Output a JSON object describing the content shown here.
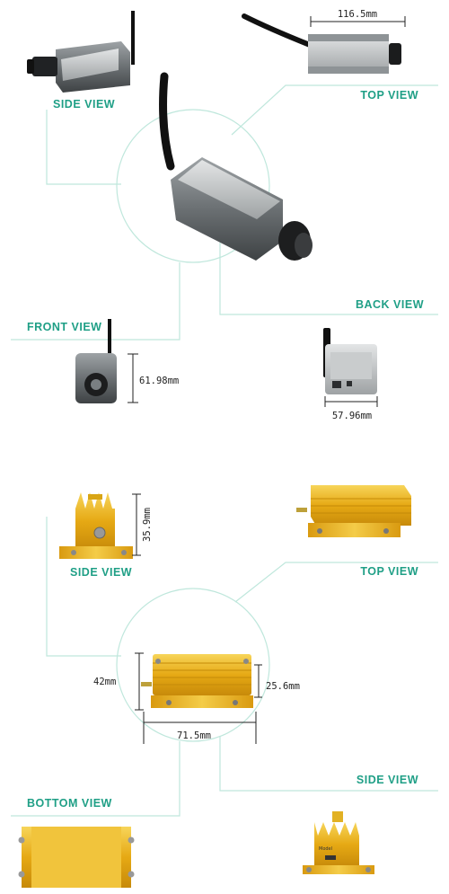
{
  "camera": {
    "views": {
      "side": "SIDE VIEW",
      "top": "TOP VIEW",
      "back": "BACK  VIEW",
      "front": "FRONT VIEW"
    },
    "dimensions": {
      "length": "116.5mm",
      "height": "61.98mm",
      "width": "57.96mm"
    }
  },
  "transmitter": {
    "views": {
      "side": "SIDE VIEW",
      "top": "TOP VIEW",
      "side2": "SIDE  VIEW",
      "bottom": "BOTTOM VIEW"
    },
    "dimensions": {
      "side_height": "35.9mm",
      "height": "42mm",
      "inner_height": "25.6mm",
      "length": "71.5mm"
    },
    "module_label": "Model"
  },
  "colors": {
    "label": "#1f9f86",
    "guide": "#bfe7dc",
    "gold": "#e8b21c",
    "camera_body": "#6f7376"
  }
}
